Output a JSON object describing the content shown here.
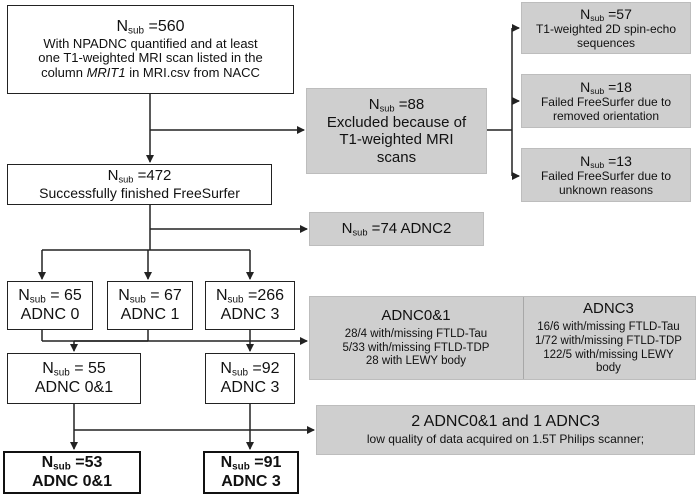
{
  "top": {
    "n_prefix": "N",
    "n_sub": "sub",
    "n_value": " =560",
    "line1": "With NPADNC quantified and at least",
    "line2": "one T1-weighted MRI scan listed in the",
    "line3a": "column ",
    "line3_italic": "MRIT1",
    "line3b": " in MRI.csv from NACC"
  },
  "excluded": {
    "n_prefix": "N",
    "n_sub": "sub",
    "n_value": " =88",
    "line1": "Excluded because of",
    "line2": "T1-weighted MRI",
    "line3": "scans"
  },
  "ex1": {
    "n_prefix": "N",
    "n_sub": "sub",
    "n_value": " =57",
    "line1": "T1-weighted  2D spin-echo",
    "line2": "sequences"
  },
  "ex2": {
    "n_prefix": "N",
    "n_sub": "sub",
    "n_value": " =18",
    "line1": "Failed FreeSurfer due to",
    "line2": "removed orientation"
  },
  "ex3": {
    "n_prefix": "N",
    "n_sub": "sub",
    "n_value": " =13",
    "line1": "Failed FreeSurfer due to",
    "line2": "unknown  reasons"
  },
  "freesurfer": {
    "n_prefix": "N",
    "n_sub": "sub",
    "n_value": " =472",
    "line1": "Successfully finished FreeSurfer"
  },
  "adnc2": {
    "n_prefix": "N",
    "n_sub": "sub",
    "n_value": " =74 ADNC2"
  },
  "a0": {
    "n_prefix": "N",
    "n_sub": "sub",
    "n_value": " = 65",
    "label": "ADNC 0"
  },
  "a1": {
    "n_prefix": "N",
    "n_sub": "sub",
    "n_value": " = 67",
    "label": "ADNC 1"
  },
  "a3": {
    "n_prefix": "N",
    "n_sub": "sub",
    "n_value": " =266",
    "label": "ADNC 3"
  },
  "co": {
    "left_title": "ADNC0&1",
    "left_l1": "28/4 with/missing  FTLD-Tau",
    "left_l2": "5/33 with/missing  FTLD-TDP",
    "left_l3": "28 with  LEWY body",
    "right_title": "ADNC3",
    "right_l1": "16/6 with/missing  FTLD-Tau",
    "right_l2": "1/72 with/missing  FTLD-TDP",
    "right_l3": "122/5 with/missing  LEWY",
    "right_l4": "body"
  },
  "a01": {
    "n_prefix": "N",
    "n_sub": "sub",
    "n_value": " = 55",
    "label": "ADNC 0&1"
  },
  "a3b": {
    "n_prefix": "N",
    "n_sub": "sub",
    "n_value": " =92",
    "label": "ADNC 3"
  },
  "quality": {
    "line1": "2 ADNC0&1 and 1 ADNC3",
    "line2": "low quality of data acquired on 1.5T Philips scanner;"
  },
  "f01": {
    "n_prefix": "N",
    "n_sub": "sub",
    "n_value": " =53",
    "label": "ADNC 0&1"
  },
  "f3": {
    "n_prefix": "N",
    "n_sub": "sub",
    "n_value": " =91",
    "label": "ADNC 3"
  },
  "colors": {
    "box_gray": "#cfcfcf",
    "border_dark": "#111111",
    "line": "#222222"
  }
}
